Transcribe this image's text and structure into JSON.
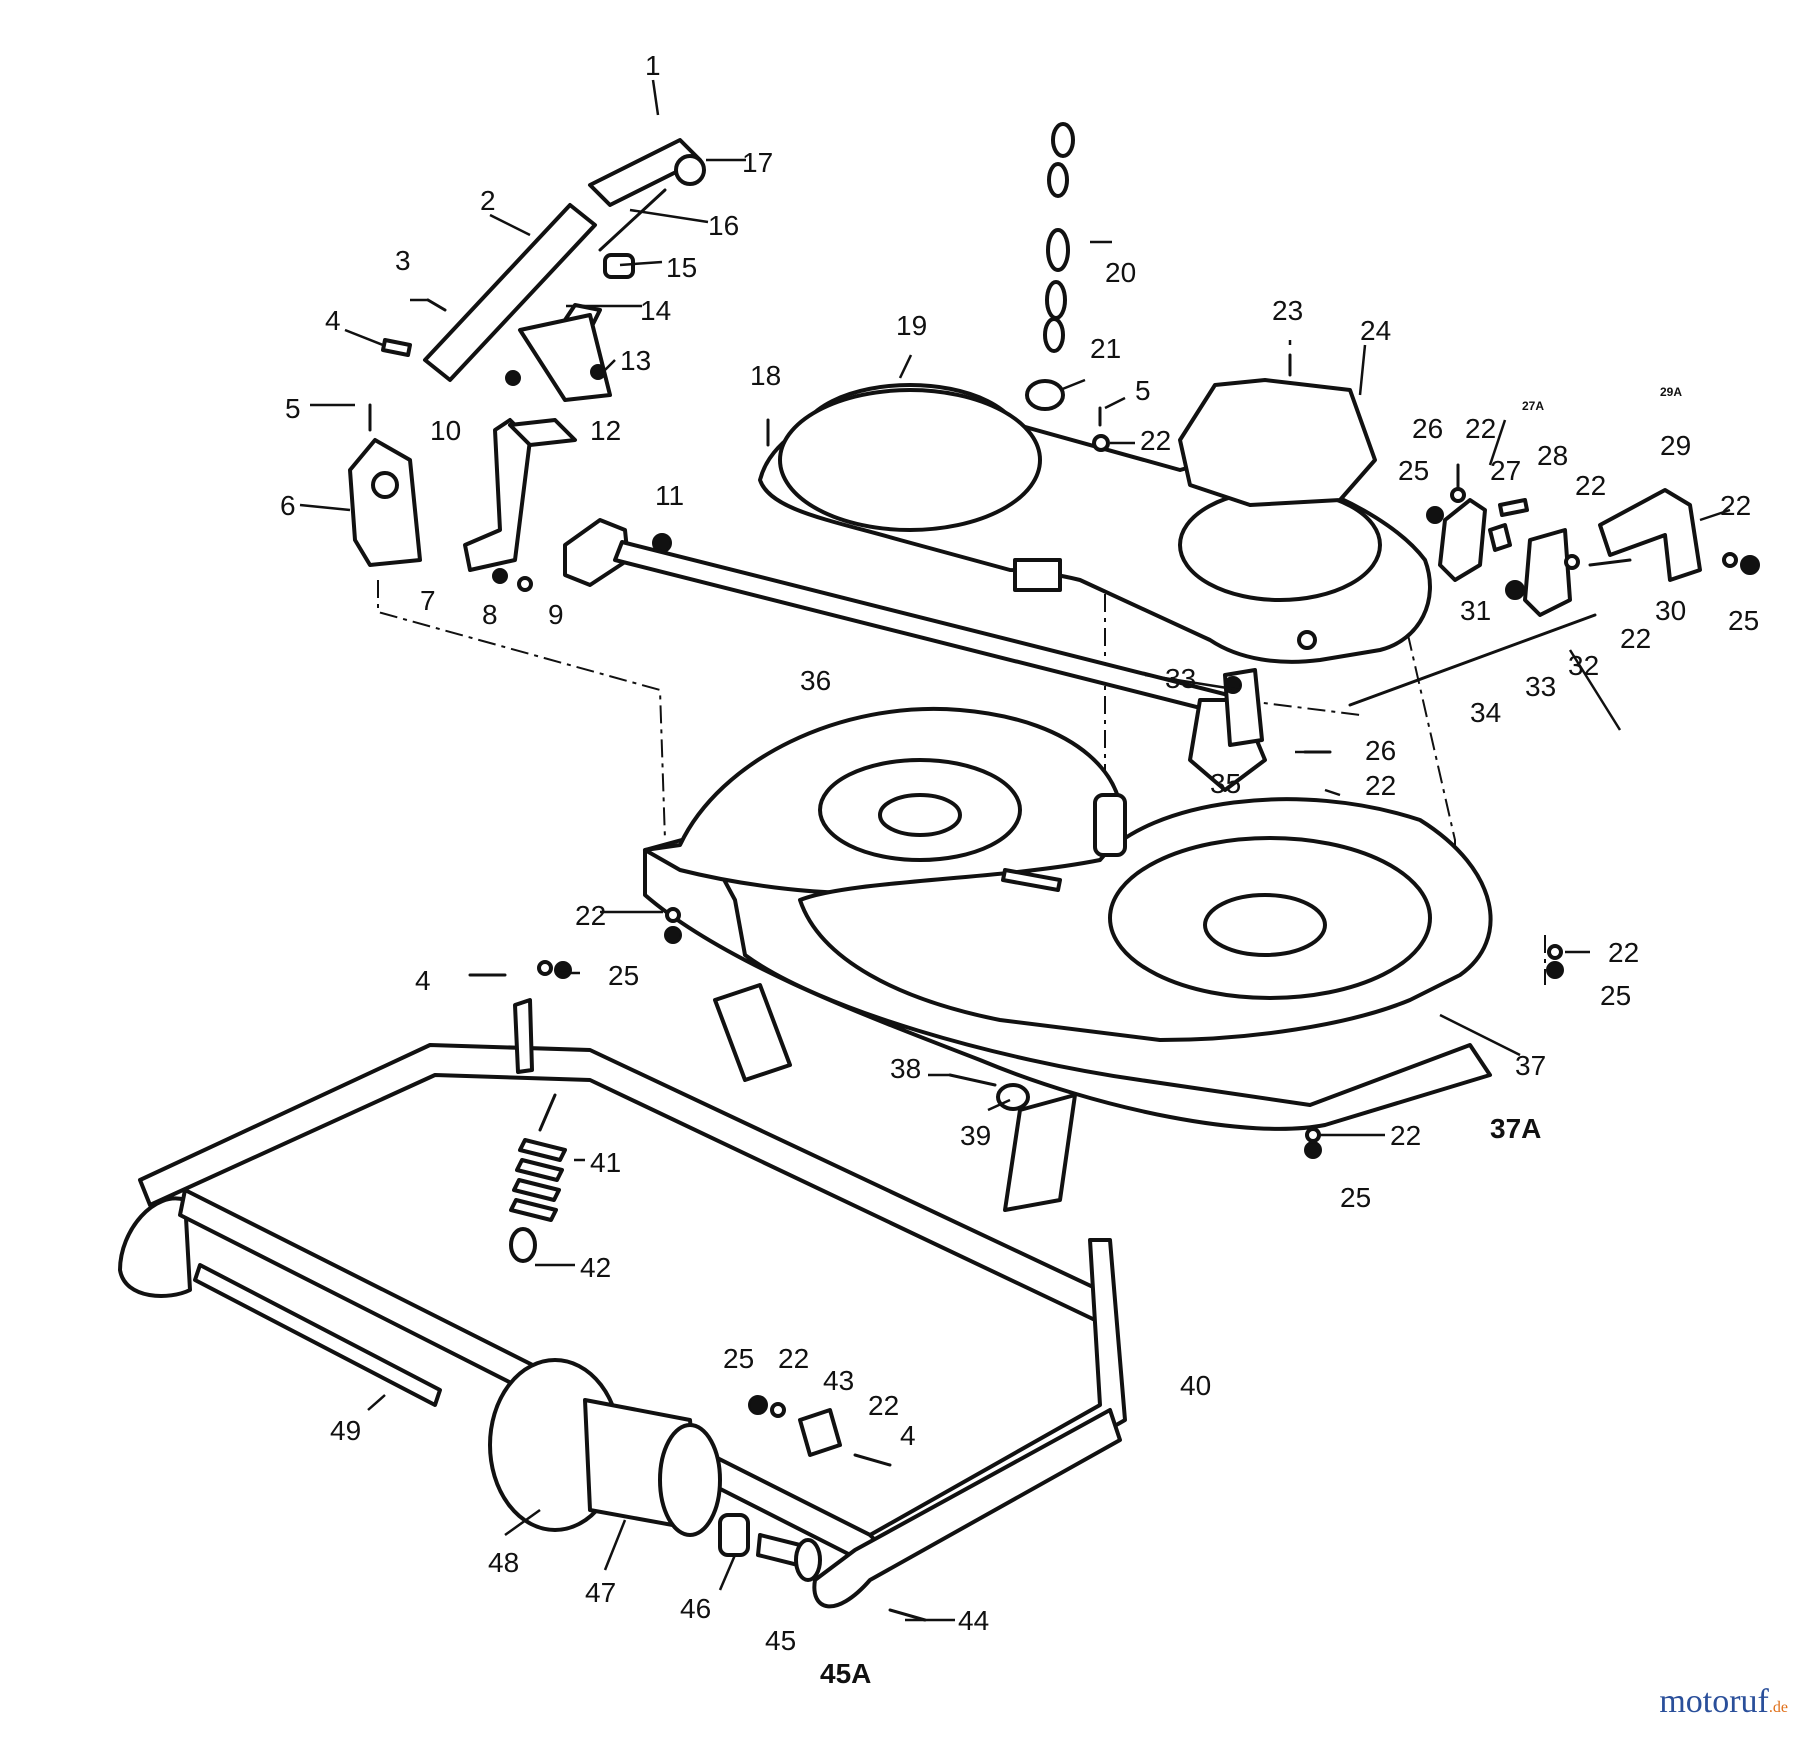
{
  "watermark": {
    "main": "motoruf",
    "suffix": ".de"
  },
  "callouts": {
    "c1": "1",
    "c2": "2",
    "c3": "3",
    "c4a": "4",
    "c4b": "4",
    "c4c": "4",
    "c5a": "5",
    "c5b": "5",
    "c6": "6",
    "c7": "7",
    "c8": "8",
    "c9": "9",
    "c10": "10",
    "c11": "11",
    "c12": "12",
    "c13": "13",
    "c14": "14",
    "c15": "15",
    "c16": "16",
    "c17": "17",
    "c18": "18",
    "c19": "19",
    "c20": "20",
    "c21": "21",
    "c22a": "22",
    "c22b": "22",
    "c22c": "22",
    "c22d": "22",
    "c22e": "22",
    "c22f": "22",
    "c22g": "22",
    "c22h": "22",
    "c22i": "22",
    "c22j": "22",
    "c22k": "22",
    "c23": "23",
    "c24": "24",
    "c25a": "25",
    "c25b": "25",
    "c25c": "25",
    "c25d": "25",
    "c25e": "25",
    "c25f": "25",
    "c26a": "26",
    "c26b": "26",
    "c27": "27",
    "c27a": "27A",
    "c28": "28",
    "c29": "29",
    "c29a": "29A",
    "c30": "30",
    "c31": "31",
    "c32": "32",
    "c33a": "33",
    "c33b": "33",
    "c34": "34",
    "c35": "35",
    "c36": "36",
    "c37": "37",
    "c37a": "37A",
    "c38": "38",
    "c39": "39",
    "c40": "40",
    "c41": "41",
    "c42": "42",
    "c43": "43",
    "c44": "44",
    "c45": "45",
    "c45a": "45A",
    "c46": "46",
    "c47": "47",
    "c48": "48",
    "c49": "49"
  }
}
